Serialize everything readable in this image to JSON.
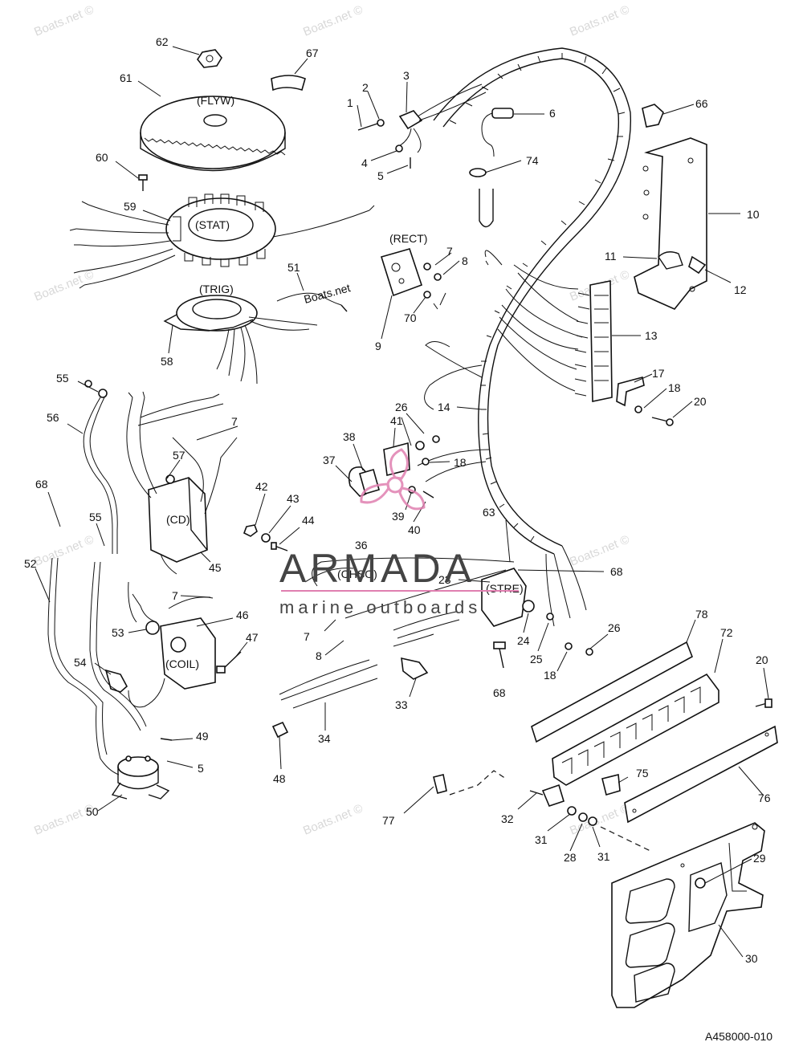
{
  "watermark": {
    "text": "Boats.net ©",
    "small": "Boats.net"
  },
  "brand": {
    "name": "ARMADA",
    "tagline": "marine outboards",
    "accent_color": "#e07fb0"
  },
  "figure_code": "A458000-010",
  "component_labels": {
    "flyw": "(FLYW)",
    "stat": "(STAT)",
    "trig": "(TRIG)",
    "rect": "(RECT)",
    "cd": "(CD)",
    "coil": "(COIL)",
    "chso": "(CHSO)",
    "stre": "(STRE)"
  },
  "callouts": [
    "1",
    "2",
    "3",
    "4",
    "5",
    "6",
    "7",
    "8",
    "9",
    "10",
    "11",
    "12",
    "13",
    "14",
    "17",
    "18",
    "20",
    "23",
    "24",
    "25",
    "26",
    "28",
    "29",
    "30",
    "31",
    "32",
    "33",
    "34",
    "36",
    "37",
    "38",
    "39",
    "40",
    "41",
    "42",
    "43",
    "44",
    "45",
    "46",
    "47",
    "48",
    "49",
    "50",
    "51",
    "52",
    "53",
    "54",
    "55",
    "56",
    "57",
    "58",
    "59",
    "60",
    "61",
    "62",
    "63",
    "66",
    "67",
    "68",
    "70",
    "72",
    "74",
    "75",
    "76",
    "77",
    "78"
  ]
}
